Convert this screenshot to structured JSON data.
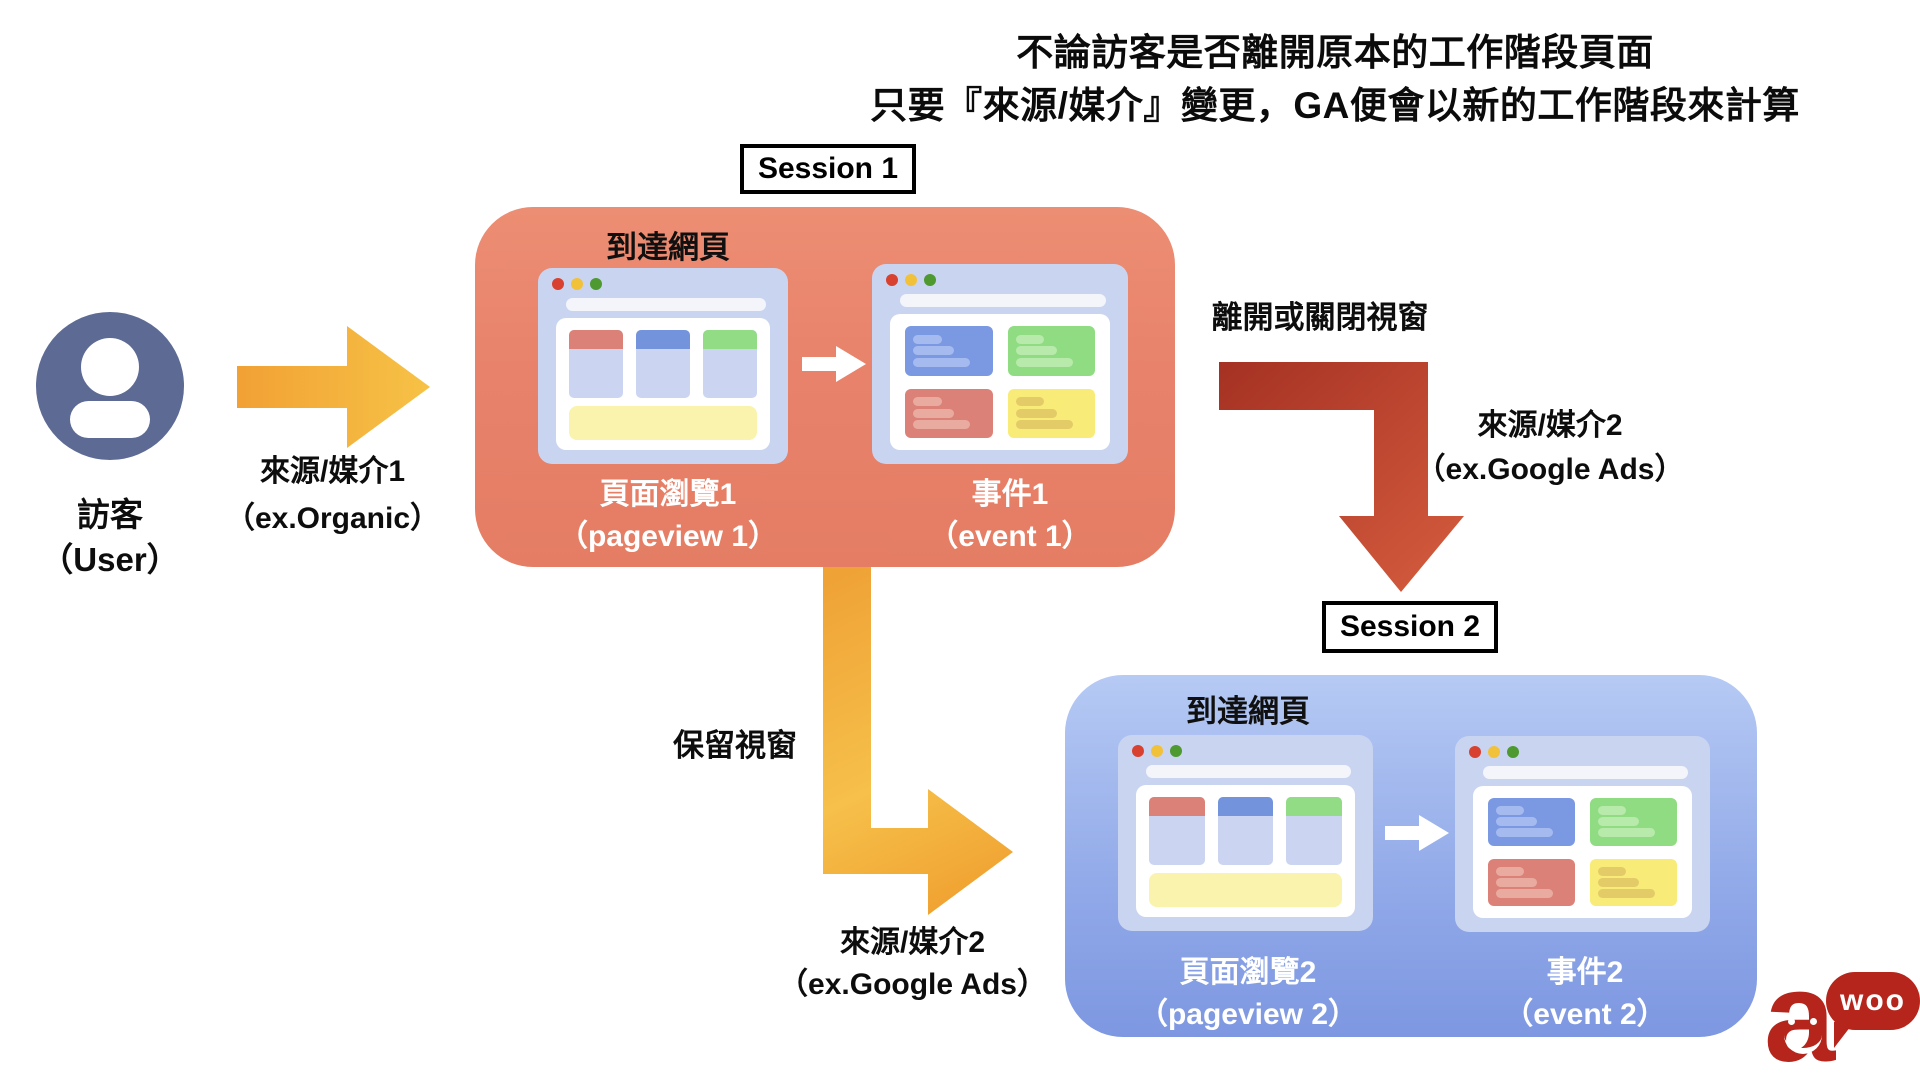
{
  "header": {
    "line1": "不論訪客是否離開原本的工作階段頁面",
    "line2": "只要『來源/媒介』變更，GA便會以新的工作階段來計算"
  },
  "user": {
    "name_zh": "訪客",
    "name_en": "（User）"
  },
  "arrow_to_session1": {
    "label_line1": "來源/媒介1",
    "label_line2": "（ex.Organic）"
  },
  "arrow_leave": {
    "title": "離開或關閉視窗",
    "label_line1": "來源/媒介2",
    "label_line2": "（ex.Google Ads）"
  },
  "arrow_keep": {
    "title": "保留視窗",
    "label_line1": "來源/媒介2",
    "label_line2": "（ex.Google Ads）"
  },
  "session1": {
    "title": "Session 1",
    "landing": "到達網頁",
    "pageview_line1": "頁面瀏覽1",
    "pageview_line2": "（pageview 1）",
    "event_line1": "事件1",
    "event_line2": "（event 1）"
  },
  "session2": {
    "title": "Session 2",
    "landing": "到達網頁",
    "pageview_line1": "頁面瀏覽2",
    "pageview_line2": "（pageview 2）",
    "event_line1": "事件2",
    "event_line2": "（event 2）"
  },
  "logo": {
    "a": "a",
    "bubble": "woo"
  },
  "colors": {
    "session1_bg": "#E8846B",
    "session2_bg_top": "#B6CAF4",
    "session2_bg_bottom": "#7D97E1",
    "orange_arrow": "#F3A83A",
    "red_arrow": "#C04130",
    "user_icon": "#5C6A94",
    "logo_red": "#B5251C"
  }
}
